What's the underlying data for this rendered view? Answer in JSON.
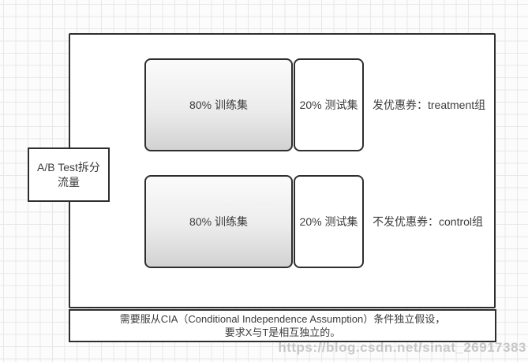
{
  "flow_box": {
    "line1": "A/B Test拆分",
    "line2": "流量"
  },
  "rows": [
    {
      "train_label": "80% 训练集",
      "test_label": "20% 测试集",
      "group_label": "发优惠券：treatment组"
    },
    {
      "train_label": "80% 训练集",
      "test_label": "20% 测试集",
      "group_label": "不发优惠券：control组"
    }
  ],
  "note": {
    "line1": "需要服从CIA（Conditional Independence Assumption）条件独立假设，",
    "line2": "要求X与T是相互独立的。"
  },
  "watermark": "https://blog.csdn.net/sinat_26917383",
  "colors": {
    "border": "#2e2e2e",
    "text": "#3c3c3c",
    "grid_line": "#e8e8e8",
    "train_gradient_top": "#fbfbfb",
    "train_gradient_bottom": "#d2d2d2"
  }
}
